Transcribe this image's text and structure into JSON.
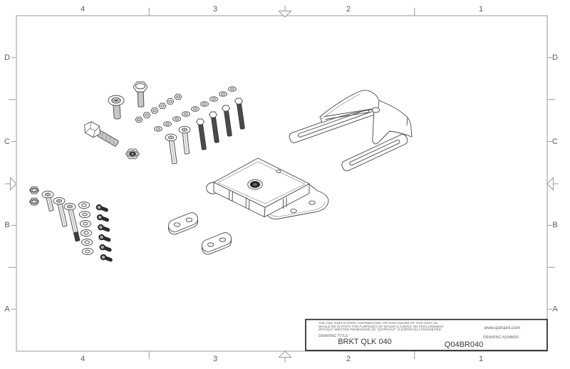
{
  "sheet": {
    "grid": {
      "cols": [
        "4",
        "3",
        "2",
        "1"
      ],
      "rows": [
        "D",
        "C",
        "B",
        "A"
      ]
    },
    "title_block": {
      "legal_line1": "THE USE, DUPLICATION, DISTRIBUTION, OR DISCLOSURE OF THIS DATA (IN",
      "legal_line2": "WHOLE OR IN PART) FOR PURPOSES OF MANUFACTURING OR PROCUREMENT",
      "legal_line3": "WITHOUT WRITTEN PERMISSION OF \"Q'STRAINT\" IS EXPRESSLY PROHIBITED.",
      "drawing_title_label": "DRAWING TITLE:",
      "drawing_title": "BRKT QLK 040",
      "website": "www.qstraint.com",
      "drawing_number_label": "DRAWING NUMBER:",
      "drawing_number": "Q04BR040"
    },
    "parts": {
      "hardware_top_left": [
        "torx-round-head-screw",
        "hex-head-bolt",
        "large-hex-bolt",
        "hex-nuts-row-6",
        "flat-washers-row-9",
        "nylock-nut",
        "flat-head-screws-2",
        "threaded-studs-4"
      ],
      "hardware_bottom_left": [
        "hex-nuts-2",
        "flat-head-bolts-3",
        "flat-washers-column-6",
        "button-head-screws-6"
      ],
      "center_parts": [
        "qlk-base-plate",
        "oval-spacer-plate",
        "oval-spacer-plate"
      ],
      "right_part": "formed-mounting-bracket"
    }
  },
  "colors": {
    "background": "#ffffff",
    "part_line": "#454545",
    "border_line": "#9a9a9a",
    "title_block_line": "#1a1a1a",
    "dark_fill": "#3a3a3a",
    "gray_fill": "#c6c6c6",
    "text": "#5a5a5a"
  }
}
